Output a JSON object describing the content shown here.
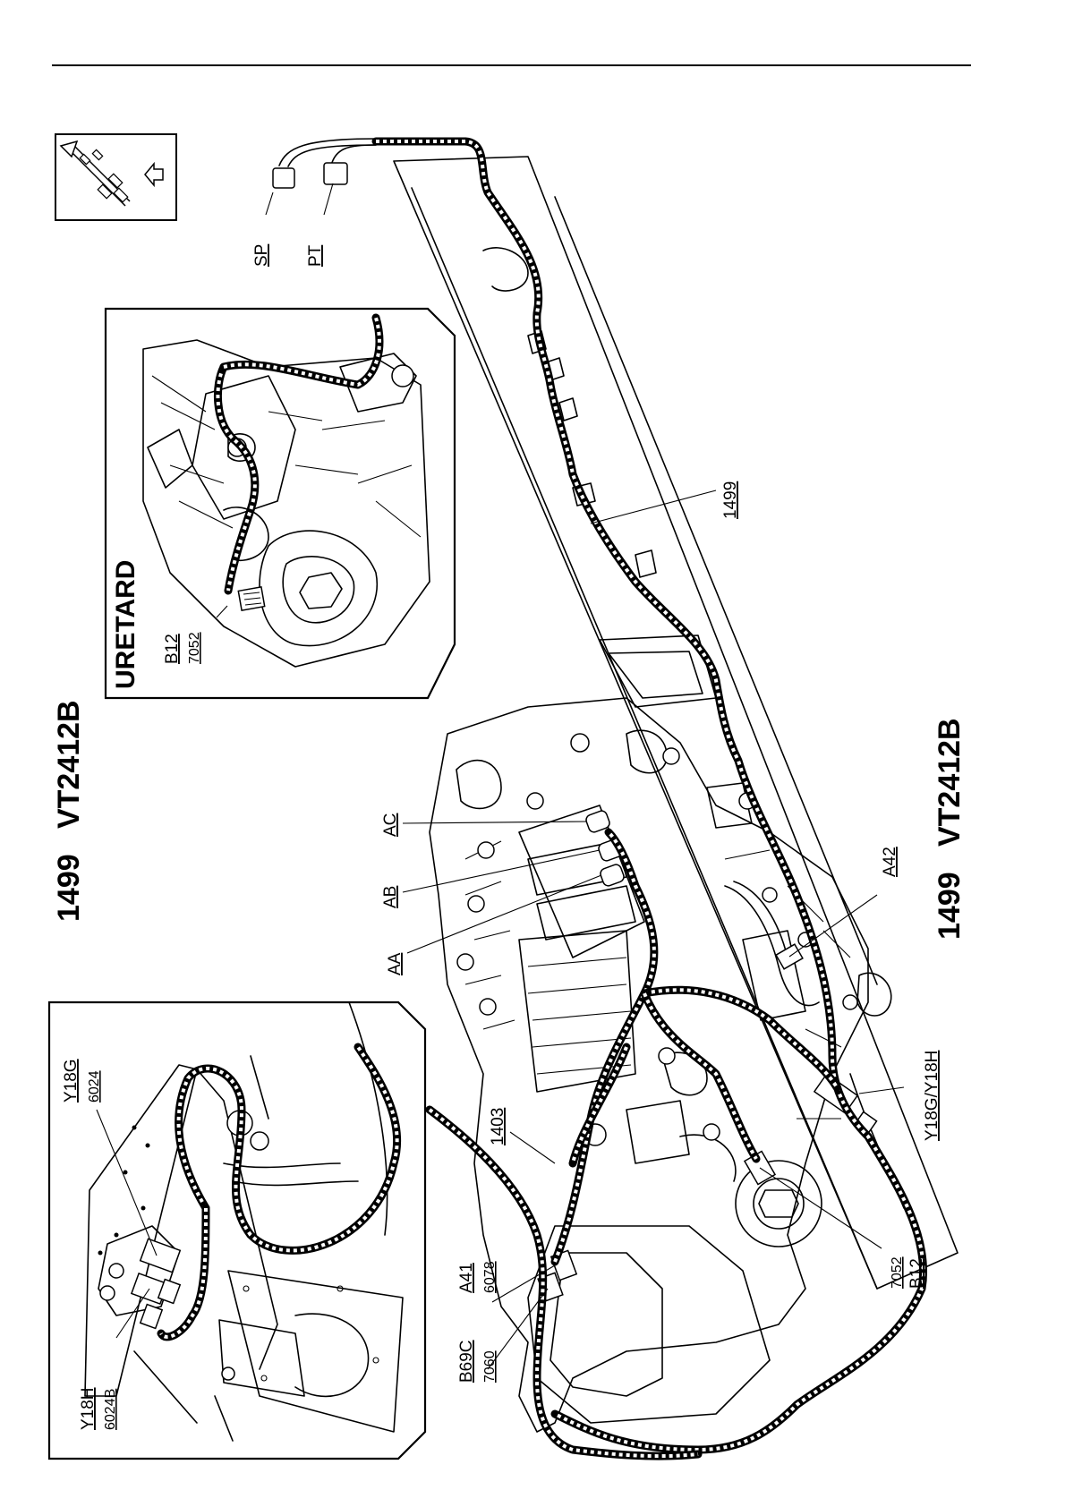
{
  "diagram": {
    "title_left": "1499   VT2412B",
    "title_right": "1499   VT2412B",
    "inset_top_title": "URETARD",
    "labels": {
      "sp": "SP",
      "pt": "PT",
      "b12_inset": "B12",
      "n7052_inset": "7052",
      "harness_1499": "1499",
      "ac": "AC",
      "ab": "AB",
      "aa": "AA",
      "a42": "A42",
      "y18g_y18h": "Y18G/Y18H",
      "n7052": "7052",
      "b12": "B12",
      "harness_1403": "1403",
      "a41": "A41",
      "n6078": "6078",
      "b69c": "B69C",
      "n7060": "7060",
      "y18g": "Y18G",
      "n6024": "6024",
      "y18h": "Y18H",
      "n6024b": "6024B"
    }
  }
}
